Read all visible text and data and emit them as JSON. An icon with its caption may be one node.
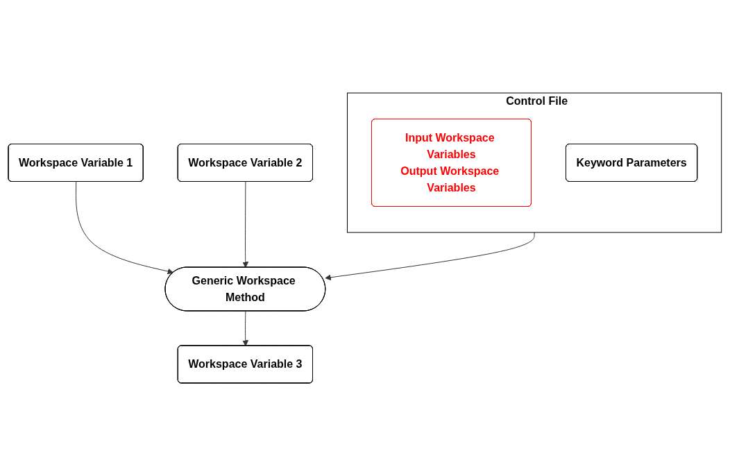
{
  "diagram": {
    "nodes": [
      {
        "text": [
          "Workspace Variable 1"
        ]
      },
      {
        "text": [
          "Workspace Variable 2"
        ]
      },
      {
        "text": [
          "Generic Workspace Method"
        ]
      },
      {
        "text": [
          "Workspace Variable 3"
        ]
      },
      {
        "text": [
          "Control File"
        ]
      },
      {
        "text": [
          "Input Workspace Variables",
          "Output Workspace Variables"
        ],
        "in": 4
      },
      {
        "text": [
          "Keyword Parameters"
        ],
        "in": 4
      }
    ],
    "edges": [
      {
        "from": 0,
        "to": 2,
        "arrow": "to"
      },
      {
        "from": 1,
        "to": 2,
        "arrow": "to"
      },
      {
        "from": 2,
        "to": 3,
        "arrow": "to"
      },
      {
        "from": 4,
        "to": 2,
        "arrow": "to"
      }
    ]
  }
}
